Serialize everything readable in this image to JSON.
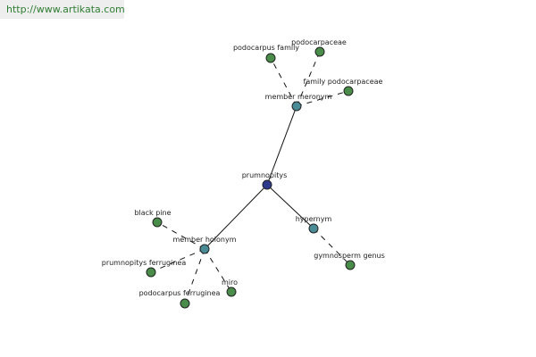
{
  "source_url": "http://www.artikata.com",
  "colors": {
    "root": "#2e3a8c",
    "relation": "#4a8c96",
    "leaf": "#4a8c4a"
  },
  "graph": {
    "root": {
      "label": "prumnopitys"
    },
    "relations": [
      {
        "id": "member-meronym",
        "label": "member meronym"
      },
      {
        "id": "hypernym",
        "label": "hypernym"
      },
      {
        "id": "member-holonym",
        "label": "member holonym"
      }
    ],
    "leaves": [
      {
        "id": "podocarpus-family",
        "label": "podocarpus family",
        "parent": "member-meronym"
      },
      {
        "id": "podocarpaceae",
        "label": "podocarpaceae",
        "parent": "member-meronym"
      },
      {
        "id": "family-podocarpaceae",
        "label": "family podocarpaceae",
        "parent": "member-meronym"
      },
      {
        "id": "gymnosperm-genus",
        "label": "gymnosperm genus",
        "parent": "hypernym"
      },
      {
        "id": "black-pine",
        "label": "black pine",
        "parent": "member-holonym"
      },
      {
        "id": "prumnopitys-ferruginea",
        "label": "prumnopitys ferruginea",
        "parent": "member-holonym"
      },
      {
        "id": "podocarpus-ferruginea",
        "label": "podocarpus ferruginea",
        "parent": "member-holonym"
      },
      {
        "id": "miro",
        "label": "miro",
        "parent": "member-holonym"
      }
    ]
  }
}
